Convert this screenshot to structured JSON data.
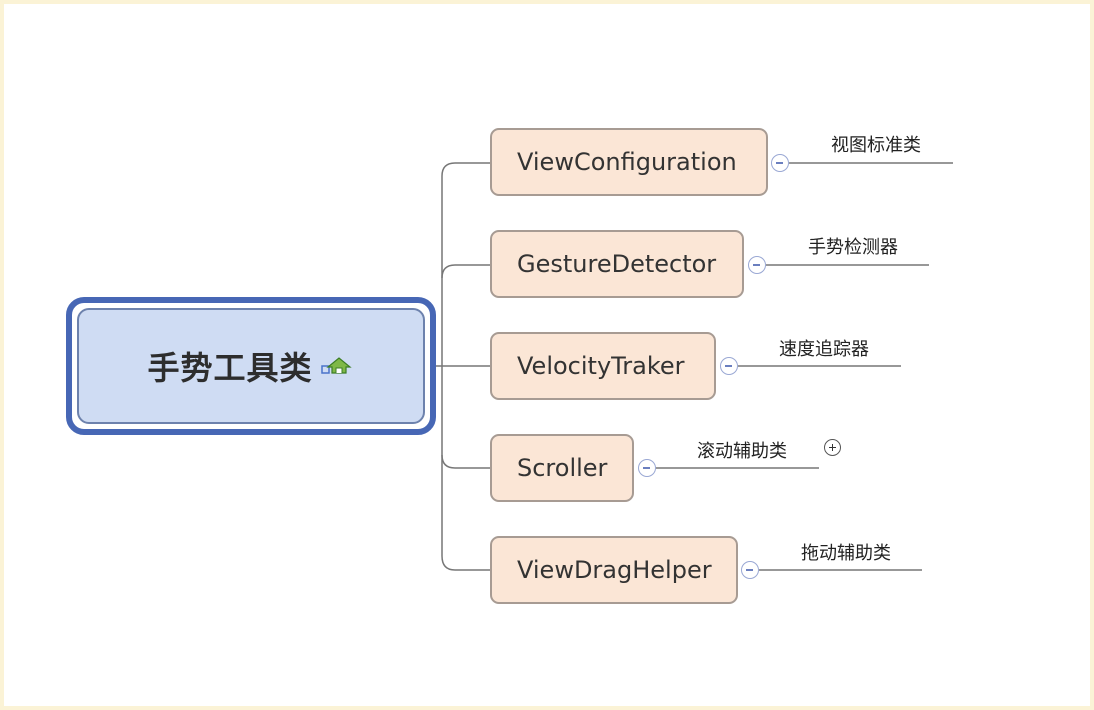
{
  "central": {
    "title": "手势工具类",
    "icon": "up-arrow-icon"
  },
  "branches": [
    {
      "name": "ViewConfiguration",
      "note": "视图标准类"
    },
    {
      "name": "GestureDetector",
      "note": "手势检测器"
    },
    {
      "name": "VelocityTraker",
      "note": "速度追踪器"
    },
    {
      "name": "Scroller",
      "note": "滚动辅助类"
    },
    {
      "name": "ViewDragHelper",
      "note": "拖动辅助类"
    }
  ],
  "colors": {
    "background": "#fbf3d6",
    "central_fill": "#cfdcf3",
    "central_border": "#4767b5",
    "node_fill": "#fbe6d6",
    "node_border": "#a79b93"
  }
}
